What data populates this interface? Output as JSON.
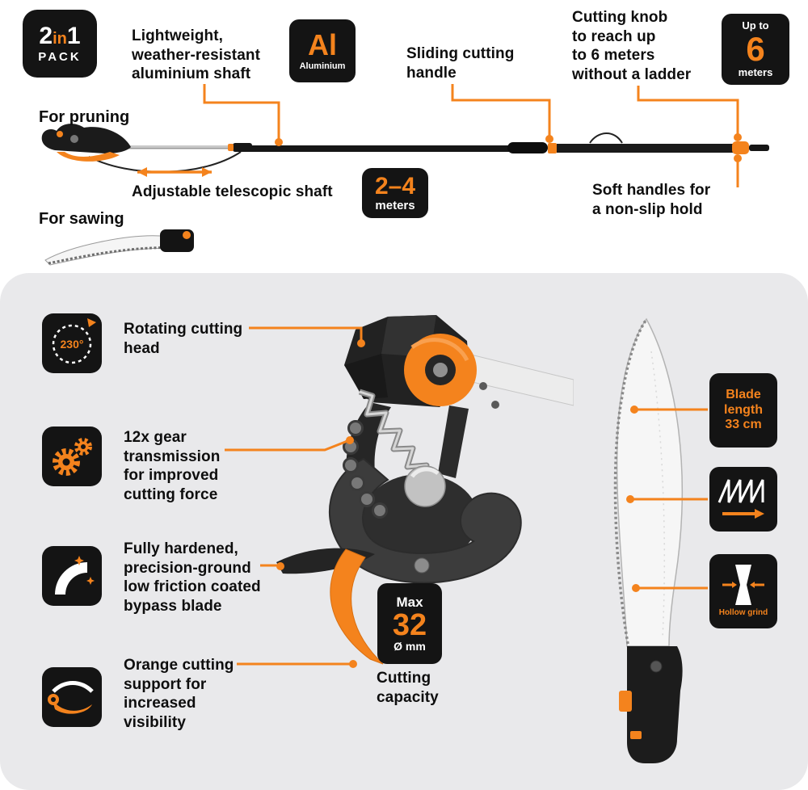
{
  "colors": {
    "orange": "#F4831D",
    "badge_black": "#141414",
    "panel": "#e9e9eb",
    "text": "#0e0e0e"
  },
  "pack_badge": {
    "big_left": "2",
    "mid": "in",
    "big_right": "1",
    "sub": "PACK"
  },
  "top": {
    "for_pruning": "For pruning",
    "for_sawing": "For sawing",
    "features": {
      "lightweight": "Lightweight,\nweather-resistant\naluminium shaft",
      "sliding": "Sliding cutting\nhandle",
      "cutting_knob": "Cutting knob\nto reach up\nto 6 meters\nwithout a ladder",
      "telescopic": "Adjustable telescopic shaft",
      "soft_handles": "Soft handles for\na non-slip hold"
    },
    "aluminium_badge": {
      "symbol": "Al",
      "label": "Aluminium"
    },
    "reach_badge": {
      "top": "Up to",
      "value": "6",
      "bottom": "meters"
    },
    "length_badge": {
      "value": "2–4",
      "label": "meters"
    }
  },
  "panel": {
    "features": [
      {
        "icon": "rotating-head-icon",
        "icon_value": "230°",
        "text": "Rotating cutting\nhead"
      },
      {
        "icon": "gear-transmission-icon",
        "text": "12x gear\ntransmission\nfor improved\ncutting force"
      },
      {
        "icon": "hardened-blade-icon",
        "text": "Fully hardened,\nprecision-ground\nlow friction coated\nbypass blade"
      },
      {
        "icon": "cutting-support-icon",
        "text": "Orange cutting\nsupport for\nincreased\nvisibility"
      }
    ],
    "capacity_badge": {
      "top": "Max",
      "value": "32",
      "bottom": "Ø mm"
    },
    "capacity_label": "Cutting\ncapacity",
    "blade_length_badge": {
      "text": "Blade\nlength\n33 cm"
    },
    "tooth_badge": {
      "icon": "saw-teeth-icon"
    },
    "hollow_badge": {
      "icon": "hollow-grind-icon",
      "label": "Hollow grind"
    }
  }
}
